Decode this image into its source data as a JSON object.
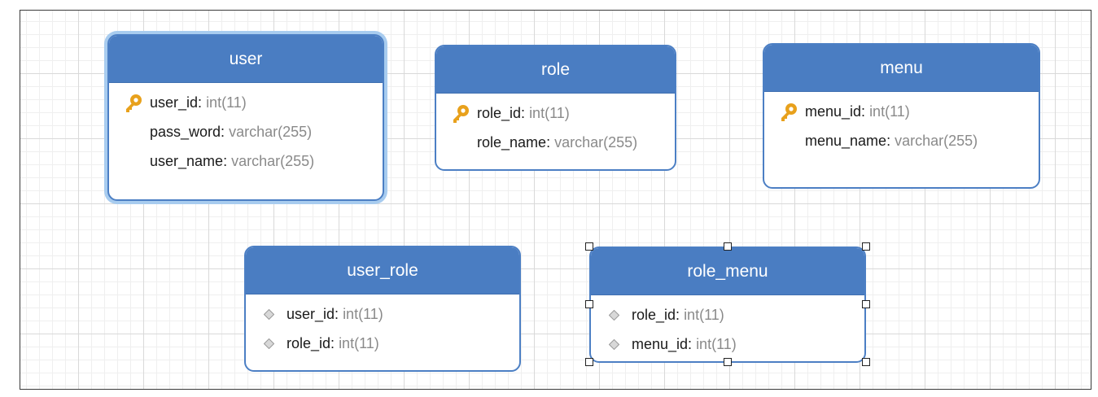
{
  "diagram": {
    "entities": [
      {
        "id": "user",
        "title": "user",
        "fields": [
          {
            "name": "user_id",
            "type": "int(11)",
            "icon": "key-icon"
          },
          {
            "name": "pass_word",
            "type": "varchar(255)",
            "icon": "none"
          },
          {
            "name": "user_name",
            "type": "varchar(255)",
            "icon": "none"
          }
        ]
      },
      {
        "id": "role",
        "title": "role",
        "fields": [
          {
            "name": "role_id",
            "type": "int(11)",
            "icon": "key-icon"
          },
          {
            "name": "role_name",
            "type": "varchar(255)",
            "icon": "none"
          }
        ]
      },
      {
        "id": "menu",
        "title": "menu",
        "fields": [
          {
            "name": "menu_id",
            "type": "int(11)",
            "icon": "key-icon"
          },
          {
            "name": "menu_name",
            "type": "varchar(255)",
            "icon": "none"
          }
        ]
      },
      {
        "id": "user_role",
        "title": "user_role",
        "fields": [
          {
            "name": "user_id",
            "type": "int(11)",
            "icon": "diamond-icon"
          },
          {
            "name": "role_id",
            "type": "int(11)",
            "icon": "diamond-icon"
          }
        ]
      },
      {
        "id": "role_menu",
        "title": "role_menu",
        "fields": [
          {
            "name": "role_id",
            "type": "int(11)",
            "icon": "diamond-icon"
          },
          {
            "name": "menu_id",
            "type": "int(11)",
            "icon": "diamond-icon"
          }
        ]
      }
    ],
    "separator": ": ",
    "colors": {
      "header": "#4a7dc2",
      "border": "#4c7fc4",
      "key": "#e8a11c",
      "type_text": "#8a8a8a"
    }
  }
}
